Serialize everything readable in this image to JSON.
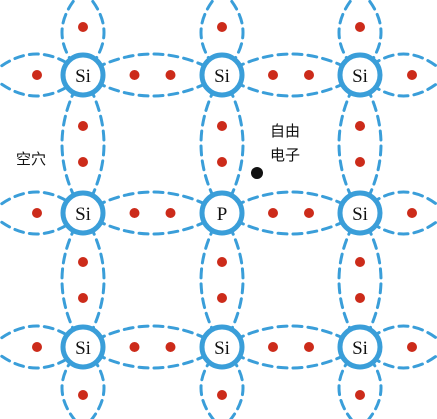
{
  "atoms": {
    "row1": [
      "Si",
      "Si",
      "Si"
    ],
    "row2": [
      "Si",
      "P",
      "Si"
    ],
    "row3": [
      "Si",
      "Si",
      "Si"
    ]
  },
  "labels": {
    "hole": "空穴",
    "free_electron_line1": "自由",
    "free_electron_line2": "电子"
  },
  "colors": {
    "bond": "#3a9ed9",
    "atom_ring": "#3a9ed9",
    "electron": "#cc2b1a",
    "free_electron": "#111111",
    "text": "#111111"
  }
}
